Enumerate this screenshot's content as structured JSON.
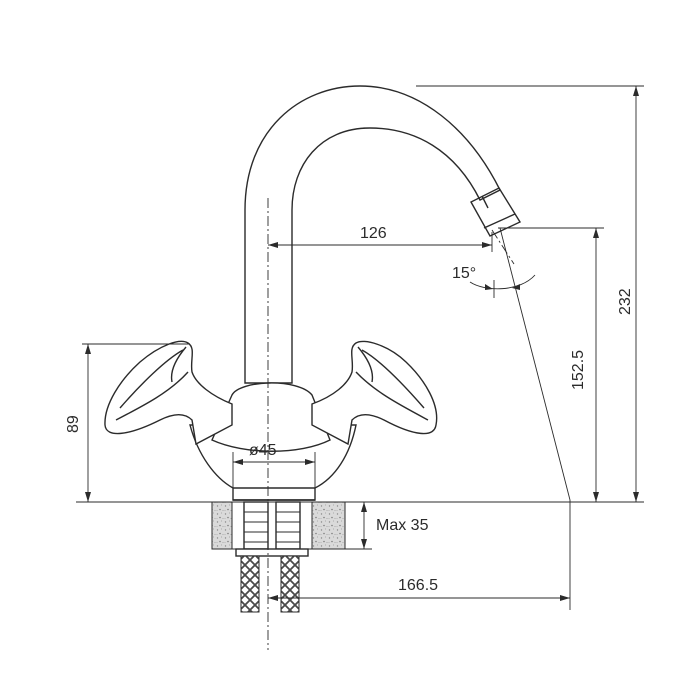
{
  "dimensions": {
    "spout_reach": "126",
    "spout_angle": "15°",
    "total_height": "232",
    "spout_height": "152.5",
    "handle_height": "89",
    "base_diameter": "ø45",
    "max_thickness": "Max 35",
    "total_reach": "166.5"
  },
  "colors": {
    "line": "#2b2b2b",
    "countertop": "#d7d7d7",
    "hose": "#555555"
  }
}
